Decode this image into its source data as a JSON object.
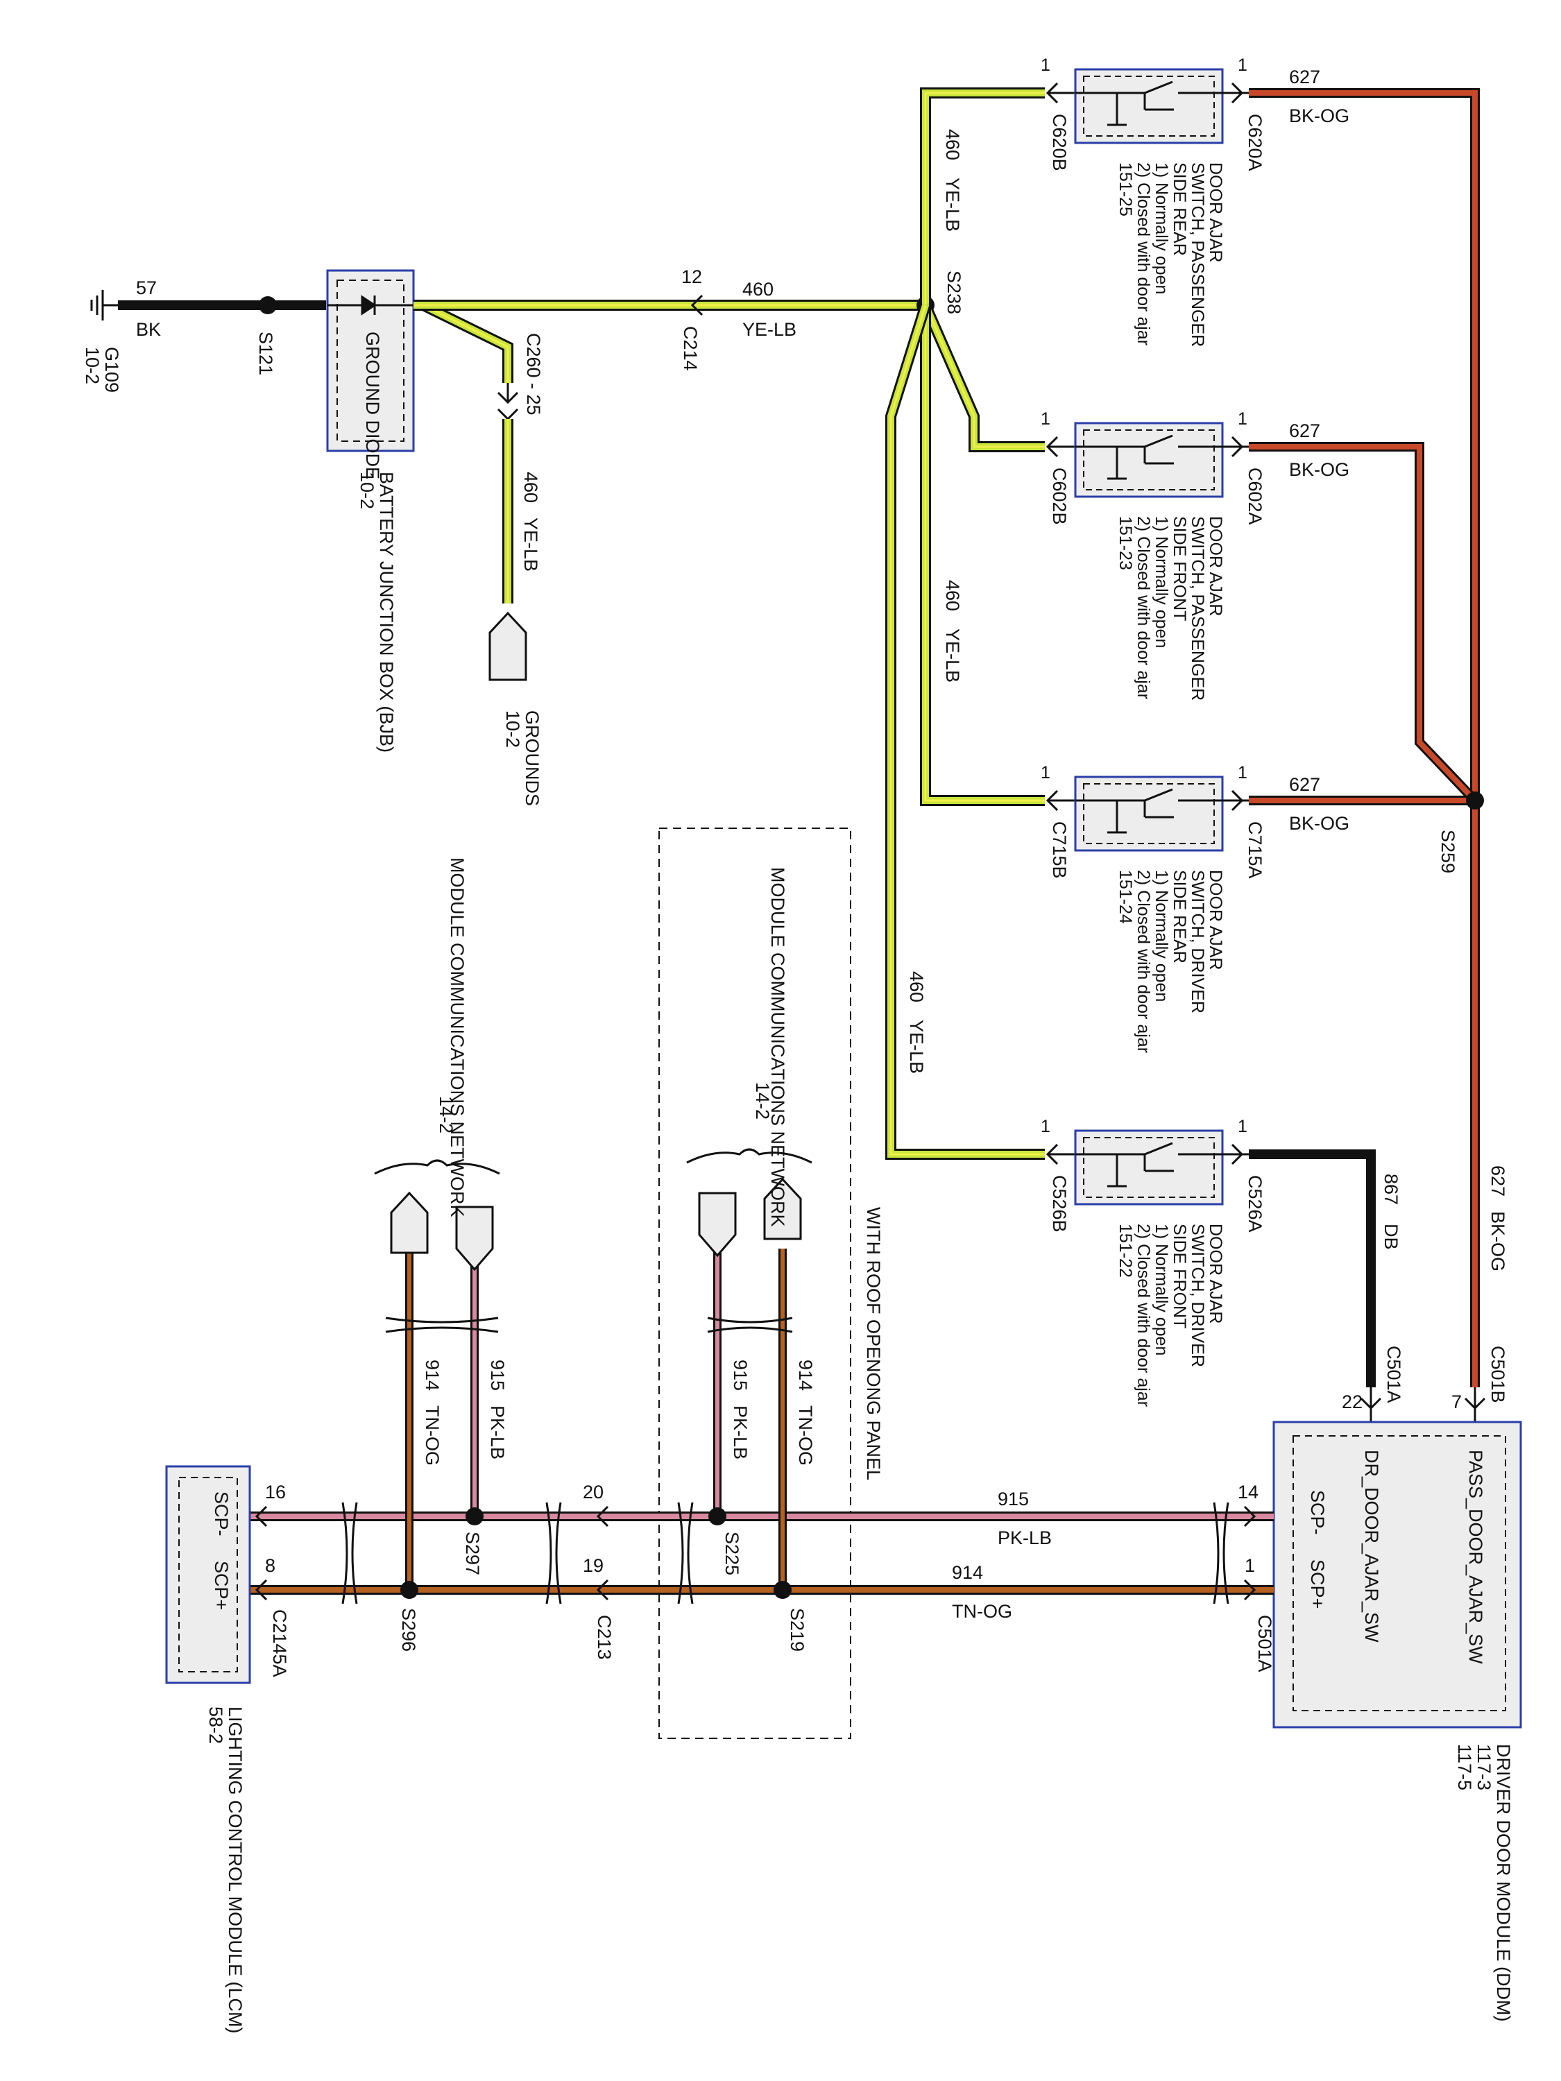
{
  "colors": {
    "wire_ye_lb": "#c8e63c",
    "wire_ye_lb_stripe": "#f2ee4a",
    "wire_bk_og": "#c8482a",
    "wire_pk_lb": "#d98aa0",
    "wire_tn_og": "#b5611f",
    "wire_bk": "#111111",
    "wire_db": "#111111",
    "module_border": "#2b3ea8",
    "module_fill": "#ededed"
  },
  "top": {
    "ground_wire_num": "57",
    "ground_wire_color": "BK",
    "ground_name": "G109",
    "ground_ref": "10-2",
    "splice_s121": "S121",
    "diode_label": "GROUND DIODE",
    "bjb_label": "BATTERY JUNCTION BOX (BJB)",
    "bjb_ref": "10-2",
    "conn_c260": "C260 - 25",
    "wire_460_down_num": "460",
    "wire_460_down_color": "YE-LB",
    "grounds_label": "GROUNDS",
    "grounds_ref": "10-2",
    "c214_pin": "12",
    "conn_c214": "C214",
    "wire_460_num": "460",
    "wire_460_color": "YE-LB",
    "splice_s238": "S238",
    "wire_460_branch1_num": "460",
    "wire_460_branch1_color": "YE-LB",
    "wire_460_branch2_num": "460",
    "wire_460_branch2_color": "YE-LB",
    "wire_460_branch3_num": "460",
    "wire_460_branch3_color": "YE-LB"
  },
  "switches": [
    {
      "left_conn": "C620B",
      "right_conn": "C620A",
      "left_pin": "1",
      "right_pin": "1",
      "lines": [
        "DOOR AJAR",
        "SWITCH, PASSENGER",
        "SIDE REAR",
        "1) Normally open",
        "2) Closed with door ajar",
        "151-25"
      ],
      "wire_num": "627",
      "wire_color": "BK-OG"
    },
    {
      "left_conn": "C602B",
      "right_conn": "C602A",
      "left_pin": "1",
      "right_pin": "1",
      "lines": [
        "DOOR AJAR",
        "SWITCH, PASSENGER",
        "SIDE FRONT",
        "1) Normally open",
        "2) Closed with door ajar",
        "151-23"
      ],
      "wire_num": "627",
      "wire_color": "BK-OG"
    },
    {
      "left_conn": "C715B",
      "right_conn": "C715A",
      "left_pin": "1",
      "right_pin": "1",
      "lines": [
        "DOOR AJAR",
        "SWITCH, DRIVER",
        "SIDE REAR",
        "1) Normally open",
        "2) Closed with door ajar",
        "151-24"
      ],
      "wire_num": "627",
      "wire_color": "BK-OG"
    },
    {
      "left_conn": "C526B",
      "right_conn": "C526A",
      "left_pin": "1",
      "right_pin": "1",
      "lines": [
        "DOOR AJAR",
        "SWITCH, DRIVER",
        "SIDE FRONT",
        "1) Normally open",
        "2) Closed with door ajar",
        "151-22"
      ],
      "wire_num": "867",
      "wire_color": "DB"
    }
  ],
  "right": {
    "splice_s259": "S259",
    "wire_627_num": "627",
    "wire_627_color": "BK-OG",
    "wire_867_num": "867",
    "wire_867_color": "DB",
    "conn_c501b": "C501B",
    "pin_c501b": "7",
    "conn_c501a_top": "C501A",
    "pin_c501a_top": "22",
    "ddm_sig1": "PASS_DOOR_AJAR_SW",
    "ddm_sig2": "DR_DOOR_AJAR_SW",
    "ddm_scp_minus": "SCP-",
    "ddm_scp_plus": "SCP+",
    "ddm_name": "DRIVER DOOR MODULE (DDM)",
    "ddm_ref1": "117-3",
    "ddm_ref2": "117-5",
    "pin_14": "14",
    "pin_1": "1",
    "conn_c501a": "C501A"
  },
  "bus": {
    "wire_915_num": "915",
    "wire_915_color": "PK-LB",
    "wire_914_num": "914",
    "wire_914_color": "TN-OG",
    "splice_s225": "S225",
    "splice_s219": "S219",
    "splice_s297": "S297",
    "splice_s296": "S296",
    "pin_20": "20",
    "pin_19": "19",
    "conn_c213": "C213",
    "pin_16": "16",
    "pin_8": "8",
    "conn_c2145a": "C2145A",
    "roof_label": "WITH ROOF OPENONG PANEL",
    "mcn_label": "MODULE COMMUNICATIONS NETWORK",
    "mcn_ref": "14-2",
    "mcn2_label": "MODULE COMMUNICATIONS NETWORK",
    "mcn2_ref": "14-2",
    "v_915_num": "915",
    "v_915_color": "PK-LB",
    "v_914_num": "914",
    "v_914_color": "TN-OG",
    "v2_915_num": "915",
    "v2_915_color": "PK-LB",
    "v2_914_num": "914",
    "v2_914_color": "TN-OG",
    "lcm_scp_minus": "SCP-",
    "lcm_scp_plus": "SCP+",
    "lcm_name": "LIGHTING CONTROL MODULE (LCM)",
    "lcm_ref": "58-2"
  }
}
